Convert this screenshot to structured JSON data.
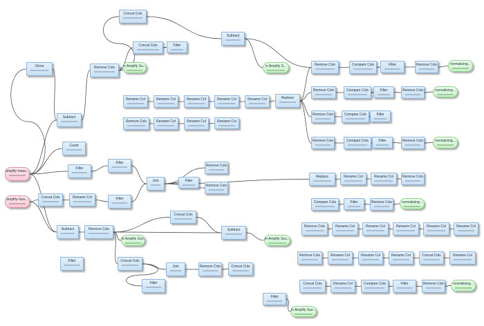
{
  "nodes": [
    {
      "id": "n1",
      "label": "Concat Cols",
      "kind": "op"
    },
    {
      "id": "n2",
      "label": "Clone",
      "kind": "op"
    },
    {
      "id": "n3",
      "label": "Remove Cols",
      "kind": "op"
    },
    {
      "id": "n4",
      "label": "Concat Cols",
      "kind": "op"
    },
    {
      "id": "n5",
      "label": "Filter",
      "kind": "op"
    },
    {
      "id": "n6",
      "label": "Subtract",
      "kind": "op"
    },
    {
      "id": "n7",
      "label": "in Amplify Su...",
      "kind": "out"
    },
    {
      "id": "n8",
      "label": "in Amplify S...",
      "kind": "out"
    },
    {
      "id": "n9",
      "label": "Remove Cols",
      "kind": "op"
    },
    {
      "id": "n10",
      "label": "Compare Cols",
      "kind": "op"
    },
    {
      "id": "n11",
      "label": "Filter",
      "kind": "op"
    },
    {
      "id": "n12",
      "label": "Remove Cols",
      "kind": "op"
    },
    {
      "id": "n13",
      "label": "normalizing...",
      "kind": "out"
    },
    {
      "id": "n14",
      "label": "Rename Col",
      "kind": "op"
    },
    {
      "id": "n15",
      "label": "Rename Col",
      "kind": "op"
    },
    {
      "id": "n16",
      "label": "Rename Col",
      "kind": "op"
    },
    {
      "id": "n17",
      "label": "Rename Col",
      "kind": "op"
    },
    {
      "id": "n18",
      "label": "Rename Col",
      "kind": "op"
    },
    {
      "id": "n19",
      "label": "Replace",
      "kind": "op"
    },
    {
      "id": "n20",
      "label": "Remove Cols",
      "kind": "op"
    },
    {
      "id": "n21",
      "label": "Compare Cols",
      "kind": "op"
    },
    {
      "id": "n22",
      "label": "Filter",
      "kind": "op"
    },
    {
      "id": "n23",
      "label": "Remove Cols",
      "kind": "op"
    },
    {
      "id": "n24",
      "label": "normalizing...",
      "kind": "out"
    },
    {
      "id": "n25",
      "label": "Subtract",
      "kind": "op"
    },
    {
      "id": "n26",
      "label": "Remove Cols",
      "kind": "op"
    },
    {
      "id": "n27",
      "label": "Rename Col",
      "kind": "op"
    },
    {
      "id": "n28",
      "label": "Rename Col",
      "kind": "op"
    },
    {
      "id": "n29",
      "label": "Rename Col",
      "kind": "op"
    },
    {
      "id": "n30",
      "label": "Remove Cols",
      "kind": "op"
    },
    {
      "id": "n31",
      "label": "Compare Cols",
      "kind": "op"
    },
    {
      "id": "n32",
      "label": "Filter",
      "kind": "op"
    },
    {
      "id": "n33",
      "label": "Count",
      "kind": "op"
    },
    {
      "id": "n34",
      "label": "Remove Cols",
      "kind": "op"
    },
    {
      "id": "n35",
      "label": "Compare Cols",
      "kind": "op"
    },
    {
      "id": "n36",
      "label": "Filter",
      "kind": "op"
    },
    {
      "id": "n37",
      "label": "Remove Cols",
      "kind": "op"
    },
    {
      "id": "n38",
      "label": "normalizing...",
      "kind": "out"
    },
    {
      "id": "n39",
      "label": "Filter",
      "kind": "op"
    },
    {
      "id": "n40",
      "label": "Filter",
      "kind": "op"
    },
    {
      "id": "n41",
      "label": "Remove Cols",
      "kind": "op"
    },
    {
      "id": "n42",
      "label": "amplify-mass...",
      "kind": "src"
    },
    {
      "id": "n43",
      "label": "Join",
      "kind": "op"
    },
    {
      "id": "n44",
      "label": "Filter",
      "kind": "op"
    },
    {
      "id": "n45",
      "label": "Remove Cols",
      "kind": "op"
    },
    {
      "id": "n46",
      "label": "Replace",
      "kind": "op"
    },
    {
      "id": "n47",
      "label": "Rename Col",
      "kind": "op"
    },
    {
      "id": "n48",
      "label": "Rename Col",
      "kind": "op"
    },
    {
      "id": "n49",
      "label": "Remove Cols",
      "kind": "op"
    },
    {
      "id": "n50",
      "label": "amplify-Gen...",
      "kind": "src"
    },
    {
      "id": "n51",
      "label": "Concat Cols",
      "kind": "op"
    },
    {
      "id": "n52",
      "label": "Rename Col",
      "kind": "op"
    },
    {
      "id": "n53",
      "label": "Filter",
      "kind": "op"
    },
    {
      "id": "n54",
      "label": "Compare Cols",
      "kind": "op"
    },
    {
      "id": "n55",
      "label": "Filter",
      "kind": "op"
    },
    {
      "id": "n56",
      "label": "Remove Cols",
      "kind": "op"
    },
    {
      "id": "n57",
      "label": "normalizing...",
      "kind": "out"
    },
    {
      "id": "n58",
      "label": "Concat Cols",
      "kind": "op"
    },
    {
      "id": "n59",
      "label": "Subtract",
      "kind": "op"
    },
    {
      "id": "n60",
      "label": "Remove Cols",
      "kind": "op"
    },
    {
      "id": "n61",
      "label": "Subtract",
      "kind": "op"
    },
    {
      "id": "n62",
      "label": "in Amplify Sun...",
      "kind": "out"
    },
    {
      "id": "n63",
      "label": "Remove Cols",
      "kind": "op"
    },
    {
      "id": "n64",
      "label": "Rename Col",
      "kind": "op"
    },
    {
      "id": "n65",
      "label": "Rename Col",
      "kind": "op"
    },
    {
      "id": "n66",
      "label": "Rename Col",
      "kind": "op"
    },
    {
      "id": "n67",
      "label": "Rename Col",
      "kind": "op"
    },
    {
      "id": "n68",
      "label": "Rename Col",
      "kind": "op"
    },
    {
      "id": "n69",
      "label": "in Amplify Sun...",
      "kind": "out"
    },
    {
      "id": "n70",
      "label": "Remove Cols",
      "kind": "op"
    },
    {
      "id": "n71",
      "label": "Rename Col",
      "kind": "op"
    },
    {
      "id": "n72",
      "label": "Rename Col",
      "kind": "op"
    },
    {
      "id": "n73",
      "label": "Rename Col",
      "kind": "op"
    },
    {
      "id": "n74",
      "label": "Concat Cols",
      "kind": "op"
    },
    {
      "id": "n75",
      "label": "Rename Col",
      "kind": "op"
    },
    {
      "id": "n76",
      "label": "Filter",
      "kind": "op"
    },
    {
      "id": "n77",
      "label": "Concat Cols",
      "kind": "op"
    },
    {
      "id": "n78",
      "label": "Join",
      "kind": "op"
    },
    {
      "id": "n79",
      "label": "Remove Cols",
      "kind": "op"
    },
    {
      "id": "n80",
      "label": "Concat Cols",
      "kind": "op"
    },
    {
      "id": "n81",
      "label": "Filter",
      "kind": "op"
    },
    {
      "id": "n82",
      "label": "Concat Cols",
      "kind": "op"
    },
    {
      "id": "n83",
      "label": "Rename Col",
      "kind": "op"
    },
    {
      "id": "n84",
      "label": "Compare Cols",
      "kind": "op"
    },
    {
      "id": "n85",
      "label": "Filter",
      "kind": "op"
    },
    {
      "id": "n86",
      "label": "Remove Cols",
      "kind": "op"
    },
    {
      "id": "n87",
      "label": "normalizing...",
      "kind": "out"
    },
    {
      "id": "n88",
      "label": "Filter",
      "kind": "op"
    },
    {
      "id": "n89",
      "label": "in Amplify Sun...",
      "kind": "out"
    }
  ],
  "edges": [
    [
      "n42",
      "n2"
    ],
    [
      "n2",
      "n25"
    ],
    [
      "n42",
      "n25"
    ],
    [
      "n42",
      "n33"
    ],
    [
      "n42",
      "n39"
    ],
    [
      "n42",
      "n59"
    ],
    [
      "n25",
      "n3"
    ],
    [
      "n3",
      "n1"
    ],
    [
      "n3",
      "n4"
    ],
    [
      "n3",
      "n7"
    ],
    [
      "n4",
      "n5"
    ],
    [
      "n1",
      "n6"
    ],
    [
      "n6",
      "n8"
    ],
    [
      "n6",
      "n9"
    ],
    [
      "n9",
      "n10"
    ],
    [
      "n10",
      "n11"
    ],
    [
      "n11",
      "n12"
    ],
    [
      "n12",
      "n13"
    ],
    [
      "n14",
      "n15"
    ],
    [
      "n15",
      "n16"
    ],
    [
      "n16",
      "n17"
    ],
    [
      "n17",
      "n18"
    ],
    [
      "n18",
      "n19"
    ],
    [
      "n19",
      "n9"
    ],
    [
      "n19",
      "n20"
    ],
    [
      "n19",
      "n30"
    ],
    [
      "n19",
      "n34"
    ],
    [
      "n20",
      "n21"
    ],
    [
      "n21",
      "n22"
    ],
    [
      "n22",
      "n23"
    ],
    [
      "n23",
      "n24"
    ],
    [
      "n30",
      "n31"
    ],
    [
      "n31",
      "n32"
    ],
    [
      "n34",
      "n35"
    ],
    [
      "n35",
      "n36"
    ],
    [
      "n36",
      "n37"
    ],
    [
      "n37",
      "n38"
    ],
    [
      "n26",
      "n27"
    ],
    [
      "n27",
      "n28"
    ],
    [
      "n28",
      "n29"
    ],
    [
      "n39",
      "n40"
    ],
    [
      "n40",
      "n43"
    ],
    [
      "n43",
      "n41"
    ],
    [
      "n43",
      "n44"
    ],
    [
      "n43",
      "n45"
    ],
    [
      "n43",
      "n46"
    ],
    [
      "n46",
      "n47"
    ],
    [
      "n47",
      "n48"
    ],
    [
      "n48",
      "n49"
    ],
    [
      "n54",
      "n55"
    ],
    [
      "n55",
      "n56"
    ],
    [
      "n56",
      "n57"
    ],
    [
      "n50",
      "n51"
    ],
    [
      "n50",
      "n59"
    ],
    [
      "n51",
      "n52"
    ],
    [
      "n52",
      "n53"
    ],
    [
      "n53",
      "n43"
    ],
    [
      "n59",
      "n60"
    ],
    [
      "n60",
      "n58"
    ],
    [
      "n60",
      "n62"
    ],
    [
      "n60",
      "n61"
    ],
    [
      "n60",
      "n77"
    ],
    [
      "n58",
      "n61"
    ],
    [
      "n61",
      "n69"
    ],
    [
      "n63",
      "n64"
    ],
    [
      "n64",
      "n65"
    ],
    [
      "n65",
      "n66"
    ],
    [
      "n66",
      "n67"
    ],
    [
      "n67",
      "n68"
    ],
    [
      "n70",
      "n71"
    ],
    [
      "n71",
      "n72"
    ],
    [
      "n72",
      "n73"
    ],
    [
      "n73",
      "n74"
    ],
    [
      "n74",
      "n75"
    ],
    [
      "n77",
      "n78"
    ],
    [
      "n77",
      "n81"
    ],
    [
      "n78",
      "n79"
    ],
    [
      "n79",
      "n80"
    ],
    [
      "n82",
      "n83"
    ],
    [
      "n83",
      "n84"
    ],
    [
      "n84",
      "n85"
    ],
    [
      "n85",
      "n86"
    ],
    [
      "n86",
      "n87"
    ],
    [
      "n88",
      "n89"
    ]
  ]
}
